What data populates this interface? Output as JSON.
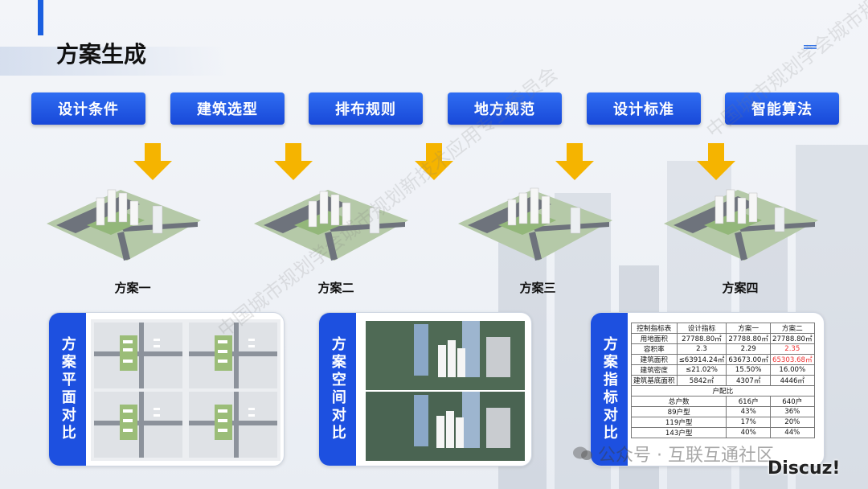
{
  "page": {
    "title": "方案生成"
  },
  "steps": [
    {
      "label": "设计条件"
    },
    {
      "label": "建筑选型"
    },
    {
      "label": "排布规则"
    },
    {
      "label": "地方规范"
    },
    {
      "label": "设计标准"
    },
    {
      "label": "智能算法"
    }
  ],
  "plans": [
    {
      "label": "方案一"
    },
    {
      "label": "方案二"
    },
    {
      "label": "方案三"
    },
    {
      "label": "方案四"
    }
  ],
  "cards": {
    "plan_compare": {
      "title": "方案平面对比"
    },
    "space_compare": {
      "title": "方案空间对比"
    },
    "metric_compare": {
      "title": "方案指标对比"
    }
  },
  "metrics_table": {
    "headers": [
      "控制指标表",
      "设计指标",
      "方案一",
      "方案二"
    ],
    "rows": [
      [
        "用地面积",
        "27788.80㎡",
        "27788.80㎡",
        "27788.80㎡"
      ],
      [
        "容积率",
        "2.3",
        "2.29",
        "2.35"
      ],
      [
        "建筑面积",
        "≤63914.24㎡",
        "63673.00㎡",
        "65303.68㎡"
      ],
      [
        "建筑密度",
        "≤21.02%",
        "15.50%",
        "16.00%"
      ],
      [
        "建筑基底面积",
        "5842㎡",
        "4307㎡",
        "4446㎡"
      ]
    ],
    "subheader": "户配比",
    "unit_rows": [
      [
        "总户数",
        "616户",
        "640户"
      ],
      [
        "89户型",
        "43%",
        "36%"
      ],
      [
        "119户型",
        "17%",
        "20%"
      ],
      [
        "143户型",
        "40%",
        "44%"
      ]
    ]
  },
  "watermarks": {
    "org": "中国城市规划学会城市规划新技术应用专业委员会",
    "footer": "公众号 · 互联互通社区",
    "site": "Discuz!"
  },
  "colors": {
    "accent": "#1d50e0",
    "arrow": "#f5b400",
    "highlight": "#e33333"
  }
}
